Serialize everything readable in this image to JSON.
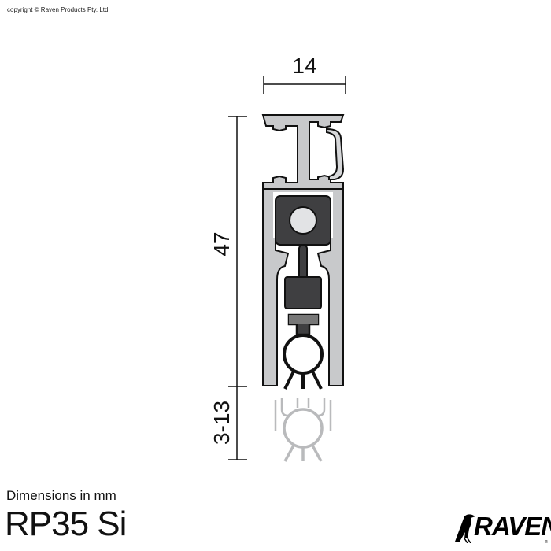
{
  "copyright": "copyright © Raven Products Pty. Ltd.",
  "dimensions_note": "Dimensions in mm",
  "model": "RP35 Si",
  "brand": {
    "name": "RAVEN",
    "registered": "®",
    "icon": "raven-bird-icon"
  },
  "drawing": {
    "width_label": "14",
    "height_label": "47",
    "drop_label": "3-13",
    "colors": {
      "line": "#111111",
      "aluminium": "#c8c9cb",
      "seal_dark": "#3f3f41",
      "seal_light": "#e2e3e5",
      "ghost": "#b9babc"
    }
  }
}
